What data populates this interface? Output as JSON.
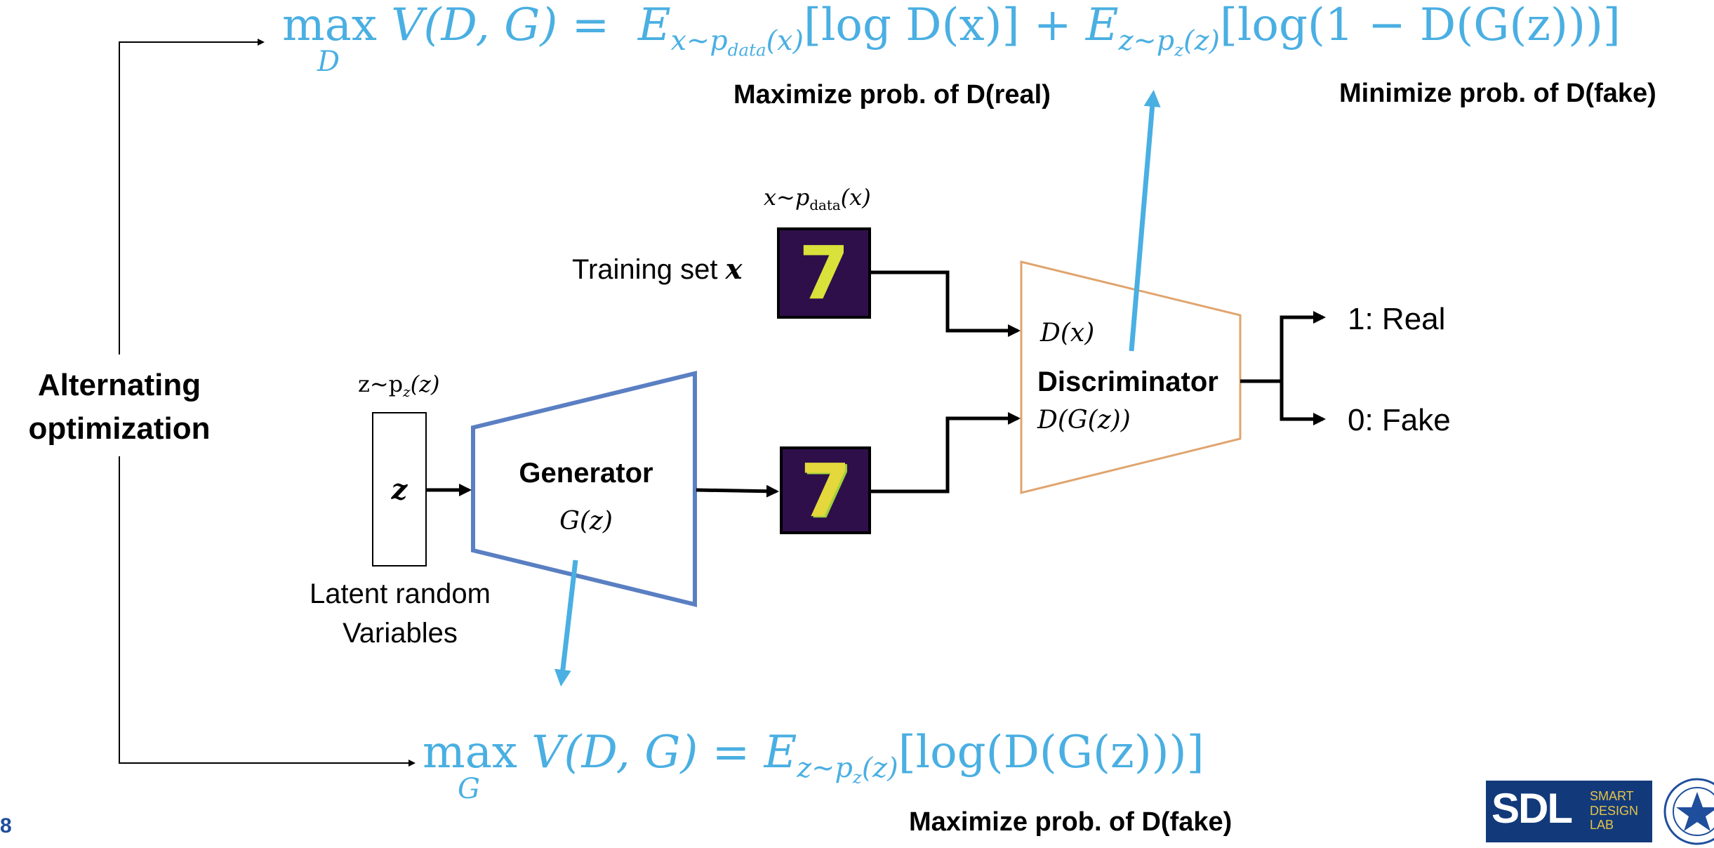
{
  "formulas": {
    "discriminator_objective": {
      "max": "max",
      "max_sub": "D",
      "lhs": "V(D, G) =",
      "term1_E": "E",
      "term1_sub": "x~p",
      "term1_subsub": "data",
      "term1_sub_tail": "(x)",
      "term1_body": "[log D(x)] +",
      "term2_E": "E",
      "term2_sub": "z~p",
      "term2_subsub": "z",
      "term2_sub_tail": "(z)",
      "term2_body": "[log(1 − D(G(z)))]"
    },
    "generator_objective": {
      "max": "max",
      "max_sub": "G",
      "lhs": "V(D, G) =",
      "term_E": "E",
      "term_sub": "z~p",
      "term_subsub": "z",
      "term_sub_tail": "(z)",
      "term_body": "[log(D(G(z)))]"
    }
  },
  "annotations": {
    "maximize_real": "Maximize prob. of D(real)",
    "minimize_fake": "Minimize prob. of D(fake)",
    "maximize_fake": "Maximize prob. of D(fake)"
  },
  "left_label": {
    "line1": "Alternating",
    "line2": "optimization"
  },
  "latent": {
    "dist_label": "z~p",
    "dist_sub": "z",
    "dist_tail": "(z)",
    "box_label": "z",
    "caption_line1": "Latent random",
    "caption_line2": "Variables"
  },
  "generator": {
    "title": "Generator",
    "expr": "G(z)"
  },
  "training": {
    "label": "Training set",
    "var": "x",
    "dist_label": "x~p",
    "dist_sub": "data",
    "dist_tail": "(x)",
    "real_digit": "7",
    "fake_digit": "7"
  },
  "discriminator": {
    "title": "Discriminator",
    "expr_real": "D(x)",
    "expr_fake": "D(G(z))"
  },
  "outputs": {
    "real": "1: Real",
    "fake": "0: Fake"
  },
  "page_number": "8",
  "logo": {
    "mark": "SDL",
    "line1": "SMART",
    "line2": "DESIGN",
    "line3": "LAB"
  },
  "colors": {
    "formula_blue": "#4aafe2",
    "generator_border": "#5a7fc2",
    "discriminator_border": "#e0a46e",
    "arrow_blue": "#4aafe2",
    "page_number": "#1f4e9c",
    "logo_bg": "#123a7a",
    "logo_text": "#e6c34a"
  }
}
